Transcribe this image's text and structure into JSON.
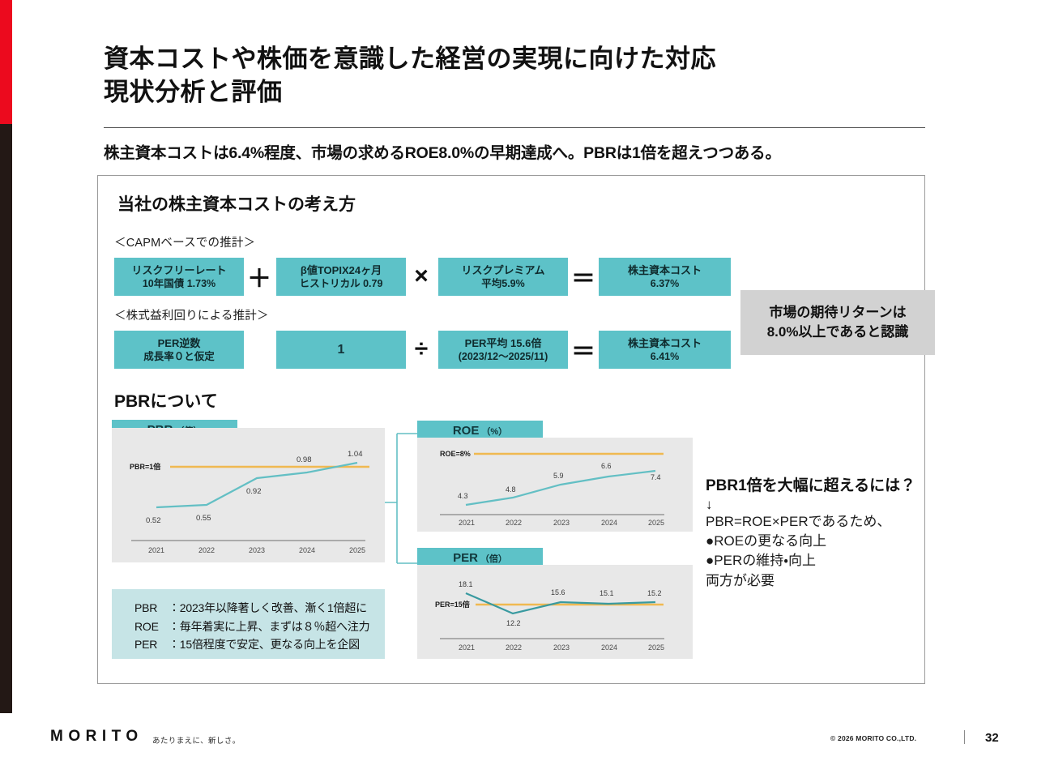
{
  "header": {
    "title_line1": "資本コストや株価を意識した経営の実現に向けた対応",
    "title_line2": "現状分析と評価",
    "subtitle": "株主資本コストは6.4%程度、市場の求めるROE8.0%の早期達成へ。PBRは1倍を超えつつある。"
  },
  "sections": {
    "capm_heading": "当社の株主資本コストの考え方",
    "capm_label": "＜CAPMベースでの推計＞",
    "earnings_label": "＜株式益利回りによる推計＞",
    "pbr_heading": "PBRについて"
  },
  "capm_row": {
    "risk_free": {
      "line1": "リスクフリーレート",
      "line2": "10年国債 1.73%"
    },
    "op_plus": "＋",
    "beta": {
      "line1": "β値TOPIX24ヶ月",
      "line2": "ヒストリカル 0.79"
    },
    "op_multiply": "×",
    "premium": {
      "line1": "リスクプレミアム",
      "line2": "平均5.9%"
    },
    "op_equals": "＝",
    "result": {
      "line1": "株主資本コスト",
      "line2": "6.37%"
    }
  },
  "earnings_row": {
    "per_inverse": {
      "line1": "PER逆数",
      "line2": "成長率０と仮定"
    },
    "numerator": "1",
    "op_divide": "÷",
    "per_average": {
      "line1": "PER平均 15.6倍",
      "line2": "(2023/12〜2025/11)"
    },
    "op_equals": "＝",
    "result": {
      "line1": "株主資本コスト",
      "line2": "6.41%"
    }
  },
  "gray_note": {
    "line1": "市場の期待リターンは",
    "line2": "8.0%以上であると認識"
  },
  "summary": {
    "rows": [
      {
        "key": "PBR",
        "text": "：2023年以降著しく改善、漸く1倍超に"
      },
      {
        "key": "ROE",
        "text": "：毎年着実に上昇、まずは８％超へ注力"
      },
      {
        "key": "PER",
        "text": "：15倍程度で安定、更なる向上を企図"
      }
    ]
  },
  "conclusion": {
    "heading": "PBR1倍を大幅に超えるには？",
    "arrow": "↓",
    "lines": [
      "PBR=ROE×PERであるため、",
      "●ROEの更なる向上",
      "●PERの維持・向上",
      "両方が必要"
    ]
  },
  "footer": {
    "logo": "MORITO",
    "tagline": "あたりまえに、新しさ。",
    "copyright": "© 2026 MORITO CO.,LTD.",
    "page_number": "32"
  },
  "colors": {
    "teal": "#5dc2c8",
    "line_teal": "#63bfc4",
    "reference_orange": "#f0b951",
    "accent_red": "#ec0a1e",
    "accent_dark": "#231815",
    "chart_bg": "#e8e8e8",
    "summary_bg": "#c6e4e6",
    "gray_note_bg": "#d2d2d2"
  },
  "chart_data": [
    {
      "type": "line",
      "title": "PBR",
      "unit": "（倍）",
      "ylabel": "倍",
      "categories": [
        "2021",
        "2022",
        "2023",
        "2024",
        "2025"
      ],
      "values": [
        0.52,
        0.55,
        0.92,
        0.98,
        1.04
      ],
      "reference_line": {
        "label": "PBR=1倍",
        "value": 1.0,
        "color": "#f0b951"
      },
      "ylim": [
        0.3,
        1.15
      ],
      "grid": false,
      "legend": "none"
    },
    {
      "type": "line",
      "title": "ROE",
      "unit": "（%）",
      "ylabel": "%",
      "categories": [
        "2021",
        "2022",
        "2023",
        "2024",
        "2025"
      ],
      "values": [
        4.3,
        4.8,
        5.9,
        6.6,
        7.4
      ],
      "reference_line": {
        "label": "ROE=8%",
        "value": 8.0,
        "color": "#f0b951"
      },
      "ylim": [
        3.6,
        8.6
      ],
      "grid": false,
      "legend": "none"
    },
    {
      "type": "line",
      "title": "PER",
      "unit": "（倍）",
      "ylabel": "倍",
      "categories": [
        "2021",
        "2022",
        "2023",
        "2024",
        "2025"
      ],
      "values": [
        18.1,
        12.2,
        15.6,
        15.1,
        15.2
      ],
      "reference_line": {
        "label": "PER=15倍",
        "value": 15.0,
        "color": "#f0b951"
      },
      "ylim": [
        11.0,
        19.0
      ],
      "grid": false,
      "legend": "none"
    }
  ]
}
